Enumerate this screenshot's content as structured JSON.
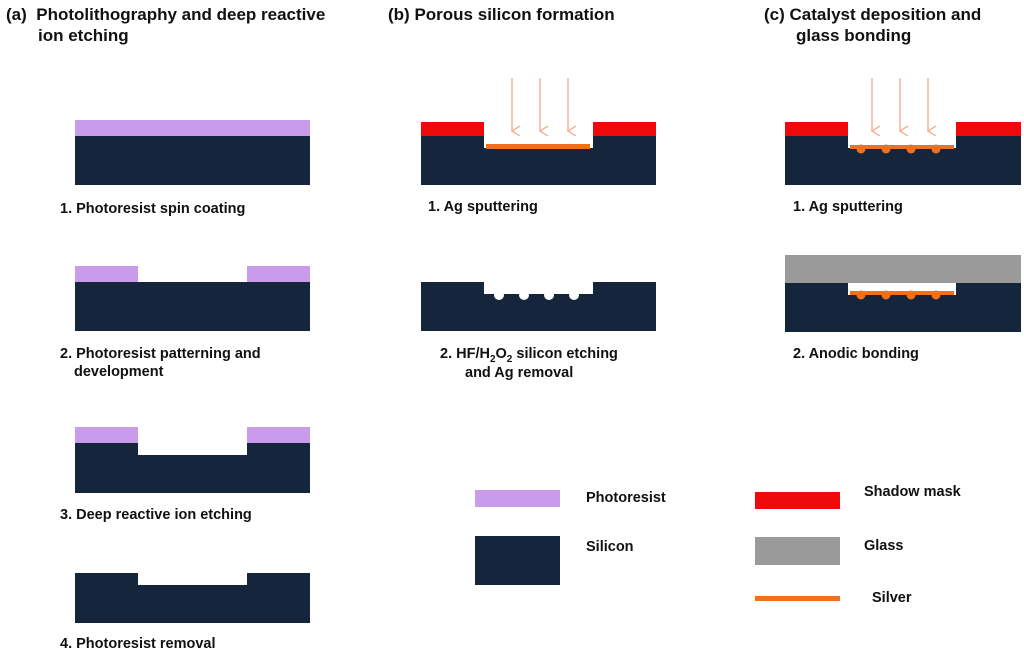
{
  "panels": {
    "a": {
      "label": "(a)",
      "title_line1": "Photolithography and deep reactive",
      "title_line2": "ion etching"
    },
    "b": {
      "label": "(b)",
      "title_line1": "Porous silicon formation"
    },
    "c": {
      "label": "(c)",
      "title_line1": "Catalyst deposition and",
      "title_line2": "glass bonding"
    }
  },
  "steps": {
    "a1": "1. Photoresist spin coating",
    "a2_line1": "2. Photoresist patterning and",
    "a2_line2": "development",
    "a3": "3. Deep reactive ion etching",
    "a4": "4. Photoresist removal",
    "b1": "1. Ag sputtering",
    "b2_line1": "2. HF/H",
    "b2_sub": "2",
    "b2_mid": "O",
    "b2_sub2": "2",
    "b2_rest": " silicon etching",
    "b2_line2": "and Ag removal",
    "c1": "1. Ag sputtering",
    "c2": "2. Anodic bonding"
  },
  "legend": {
    "photoresist": "Photoresist",
    "silicon": "Silicon",
    "shadow_mask": "Shadow mask",
    "glass": "Glass",
    "silver": "Silver"
  },
  "colors": {
    "silicon": "#15253c",
    "photoresist": "#c99bea",
    "shadow_mask": "#ee0a0a",
    "glass": "#9a9a9a",
    "silver": "#f0701e",
    "arrow": "#f0a98a"
  }
}
